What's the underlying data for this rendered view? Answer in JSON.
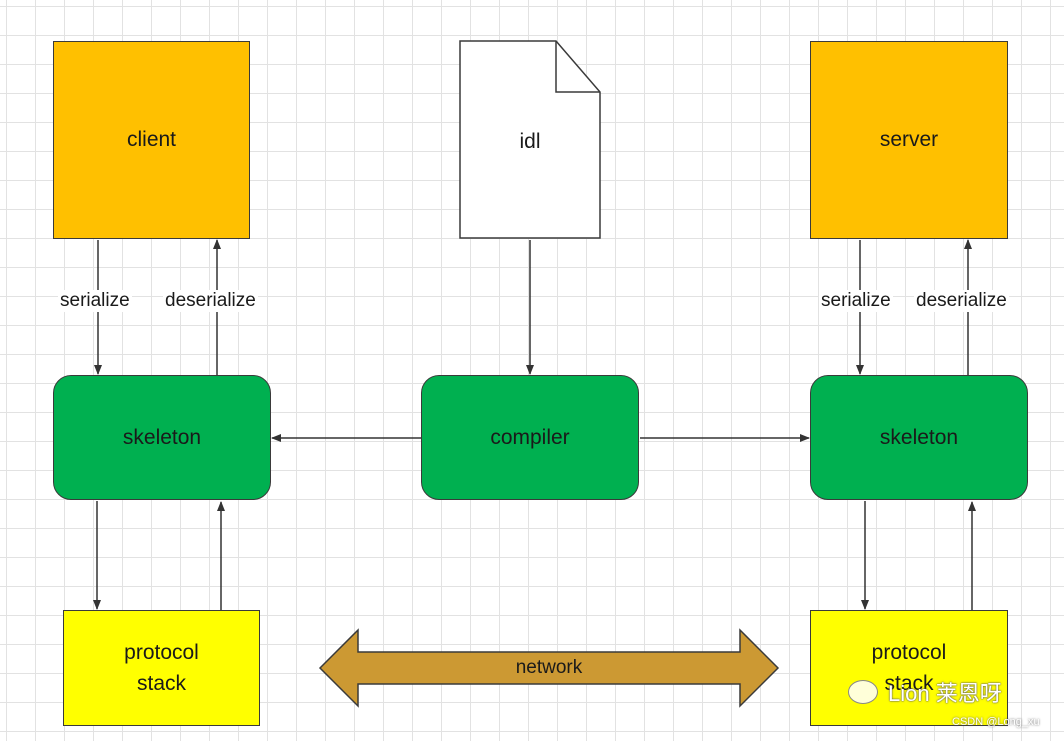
{
  "nodes": {
    "client": "client",
    "server": "server",
    "idl": "idl",
    "skeleton_left": "skeleton",
    "skeleton_right": "skeleton",
    "compiler": "compiler",
    "protocol_left": [
      "protocol",
      "stack"
    ],
    "protocol_right": [
      "protocol",
      "stack"
    ]
  },
  "edge_labels": {
    "client_serialize": "serialize",
    "client_deserialize": "deserialize",
    "server_serialize": "serialize",
    "server_deserialize": "deserialize",
    "network": "network"
  },
  "watermark": {
    "main": "Lion 莱恩呀",
    "sub": "CSDN @Long_xu"
  },
  "colors": {
    "app_box": "#ffc000",
    "skeleton_box": "#00b050",
    "protocol_box": "#ffff00",
    "network_arrow": "#cc9933"
  }
}
